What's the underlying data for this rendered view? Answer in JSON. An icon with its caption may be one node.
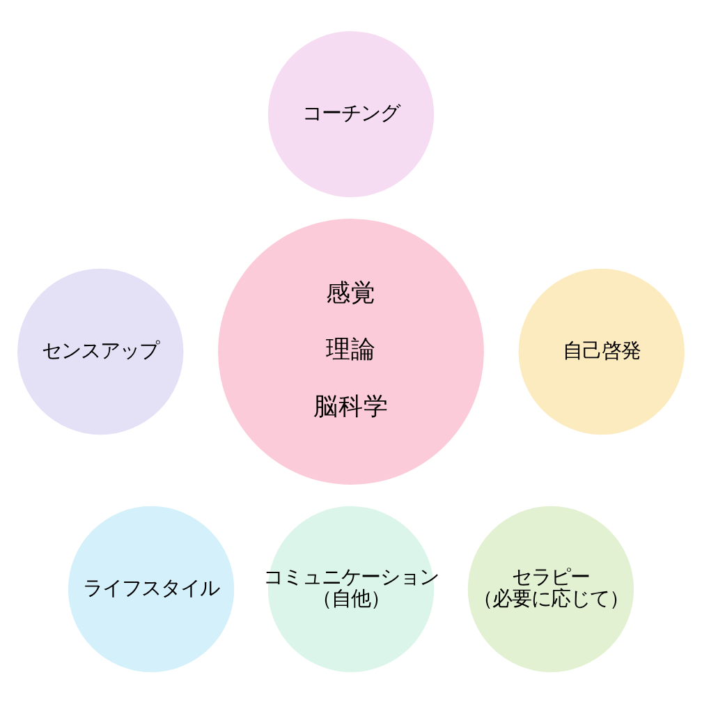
{
  "diagram": {
    "nodes": [
      {
        "text": [
          "コーチング"
        ]
      },
      {
        "text": [
          "センスアップ"
        ]
      },
      {
        "text": [
          "自己啓発"
        ]
      },
      {
        "text": [
          "感覚",
          "理論",
          "脳科学"
        ]
      },
      {
        "text": [
          "セラピー",
          "（必要に応じて）"
        ]
      },
      {
        "text": [
          "ライフスタイル"
        ]
      },
      {
        "text": [
          "コミュニケーション",
          "（自他）"
        ]
      }
    ],
    "edges": []
  }
}
